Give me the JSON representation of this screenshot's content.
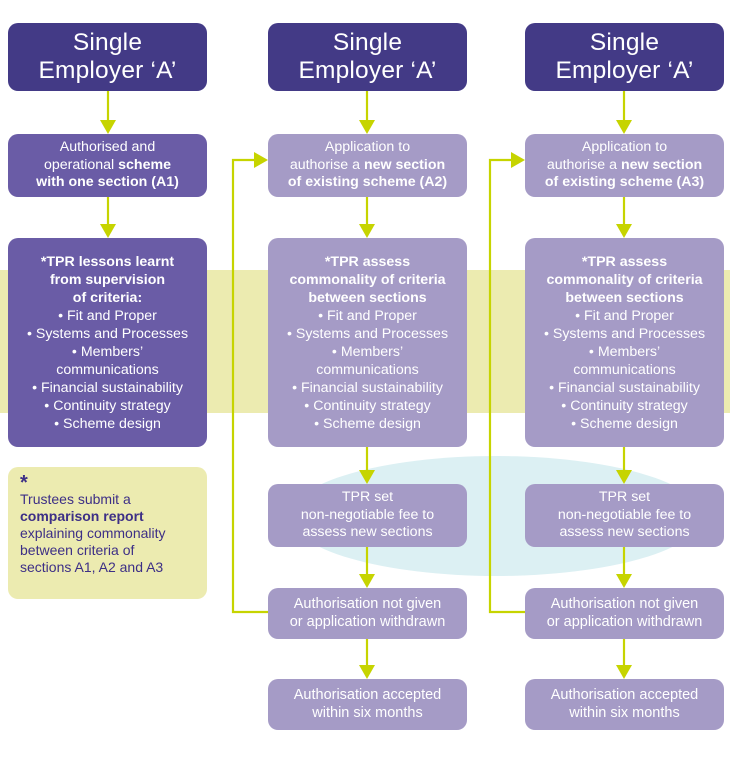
{
  "colors": {
    "header_box": "#433a86",
    "first_column_box": "#6a5ca6",
    "light_box": "#a59bc6",
    "arrow": "#c6d400",
    "criteria_band": "#ecebb0",
    "fee_highlight": "#dcf0f3",
    "note_text": "#3d2f86"
  },
  "columns": [
    {
      "header": [
        "Single",
        "Employer ‘A’"
      ],
      "step1": [
        {
          "text": "Authorised and",
          "bold": ""
        },
        {
          "text": "operational ",
          "bold": "scheme"
        },
        {
          "text": "",
          "bold": "with one section (A1)"
        }
      ],
      "criteria_title": [
        "*TPR lessons learnt",
        "from supervision",
        "of criteria:"
      ],
      "criteria_items": [
        "• Fit and Proper",
        "• Systems and Processes",
        "• Members’",
        "communications",
        "• Financial sustainability",
        "• Continuity strategy",
        "• Scheme design"
      ]
    },
    {
      "header": [
        "Single",
        "Employer ‘A’"
      ],
      "step1": [
        {
          "text": "Application to",
          "bold": ""
        },
        {
          "text": "authorise a ",
          "bold": "new section"
        },
        {
          "text": "",
          "bold": "of existing scheme (A2)"
        }
      ],
      "criteria_title": [
        "*TPR assess",
        "commonality of criteria",
        "between sections"
      ],
      "criteria_items": [
        "• Fit and Proper",
        "• Systems and Processes",
        "• Members’",
        "communications",
        "• Financial sustainability",
        "• Continuity strategy",
        "• Scheme design"
      ],
      "fee": [
        "TPR set",
        "non-negotiable fee to",
        "assess new sections"
      ],
      "rejected": [
        "Authorisation not given",
        "or application withdrawn"
      ],
      "accepted": [
        "Authorisation accepted",
        "within six months"
      ]
    },
    {
      "header": [
        "Single",
        "Employer ‘A’"
      ],
      "step1": [
        {
          "text": "Application to",
          "bold": ""
        },
        {
          "text": "authorise a ",
          "bold": "new section"
        },
        {
          "text": "",
          "bold": "of existing scheme (A3)"
        }
      ],
      "criteria_title": [
        "*TPR assess",
        "commonality of criteria",
        "between sections"
      ],
      "criteria_items": [
        "• Fit and Proper",
        "• Systems and Processes",
        "• Members’",
        "communications",
        "• Financial sustainability",
        "• Continuity strategy",
        "• Scheme design"
      ],
      "fee": [
        "TPR set",
        "non-negotiable fee to",
        "assess new sections"
      ],
      "rejected": [
        "Authorisation not given",
        "or application withdrawn"
      ],
      "accepted": [
        "Authorisation accepted",
        "within six months"
      ]
    }
  ],
  "note": {
    "asterisk": "*",
    "lines": [
      {
        "text": "Trustees submit a",
        "bold": false
      },
      {
        "text": "comparison report",
        "bold": true
      },
      {
        "text": "explaining commonality",
        "bold": false
      },
      {
        "text": "between criteria of",
        "bold": false
      },
      {
        "text": "sections A1, A2 and A3",
        "bold": false
      }
    ]
  }
}
